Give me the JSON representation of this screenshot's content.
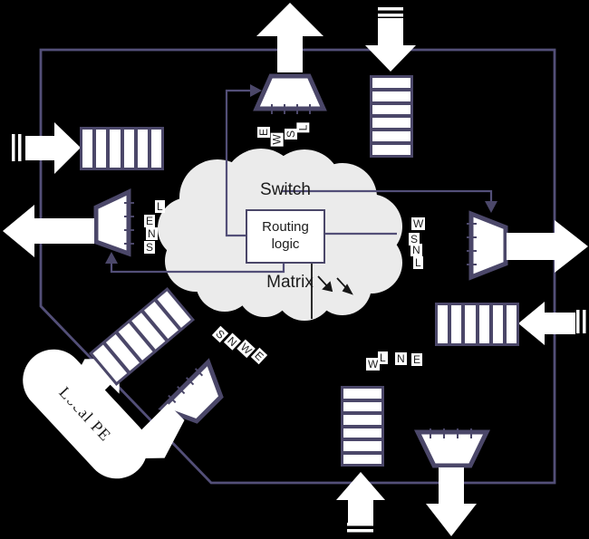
{
  "colors": {
    "background": "#000000",
    "shape_stroke": "#4b4769",
    "line": "#534f78",
    "cloud": "#ebebeb",
    "text": "#1c1c1c",
    "arrow_fill": "#ffffff"
  },
  "center": {
    "switch_label": "Switch",
    "matrix_label": "Matrix",
    "routing_logic_label": "Routing logic"
  },
  "local_pe_label": "Local PE",
  "port_labels": {
    "north": [
      "E",
      "W",
      "S",
      "L"
    ],
    "west": [
      "L",
      "E",
      "N",
      "S"
    ],
    "east": [
      "W",
      "S",
      "N",
      "L"
    ],
    "south": [
      "W",
      "L",
      "N",
      "E"
    ],
    "local": [
      "S",
      "N",
      "W",
      "E"
    ]
  }
}
